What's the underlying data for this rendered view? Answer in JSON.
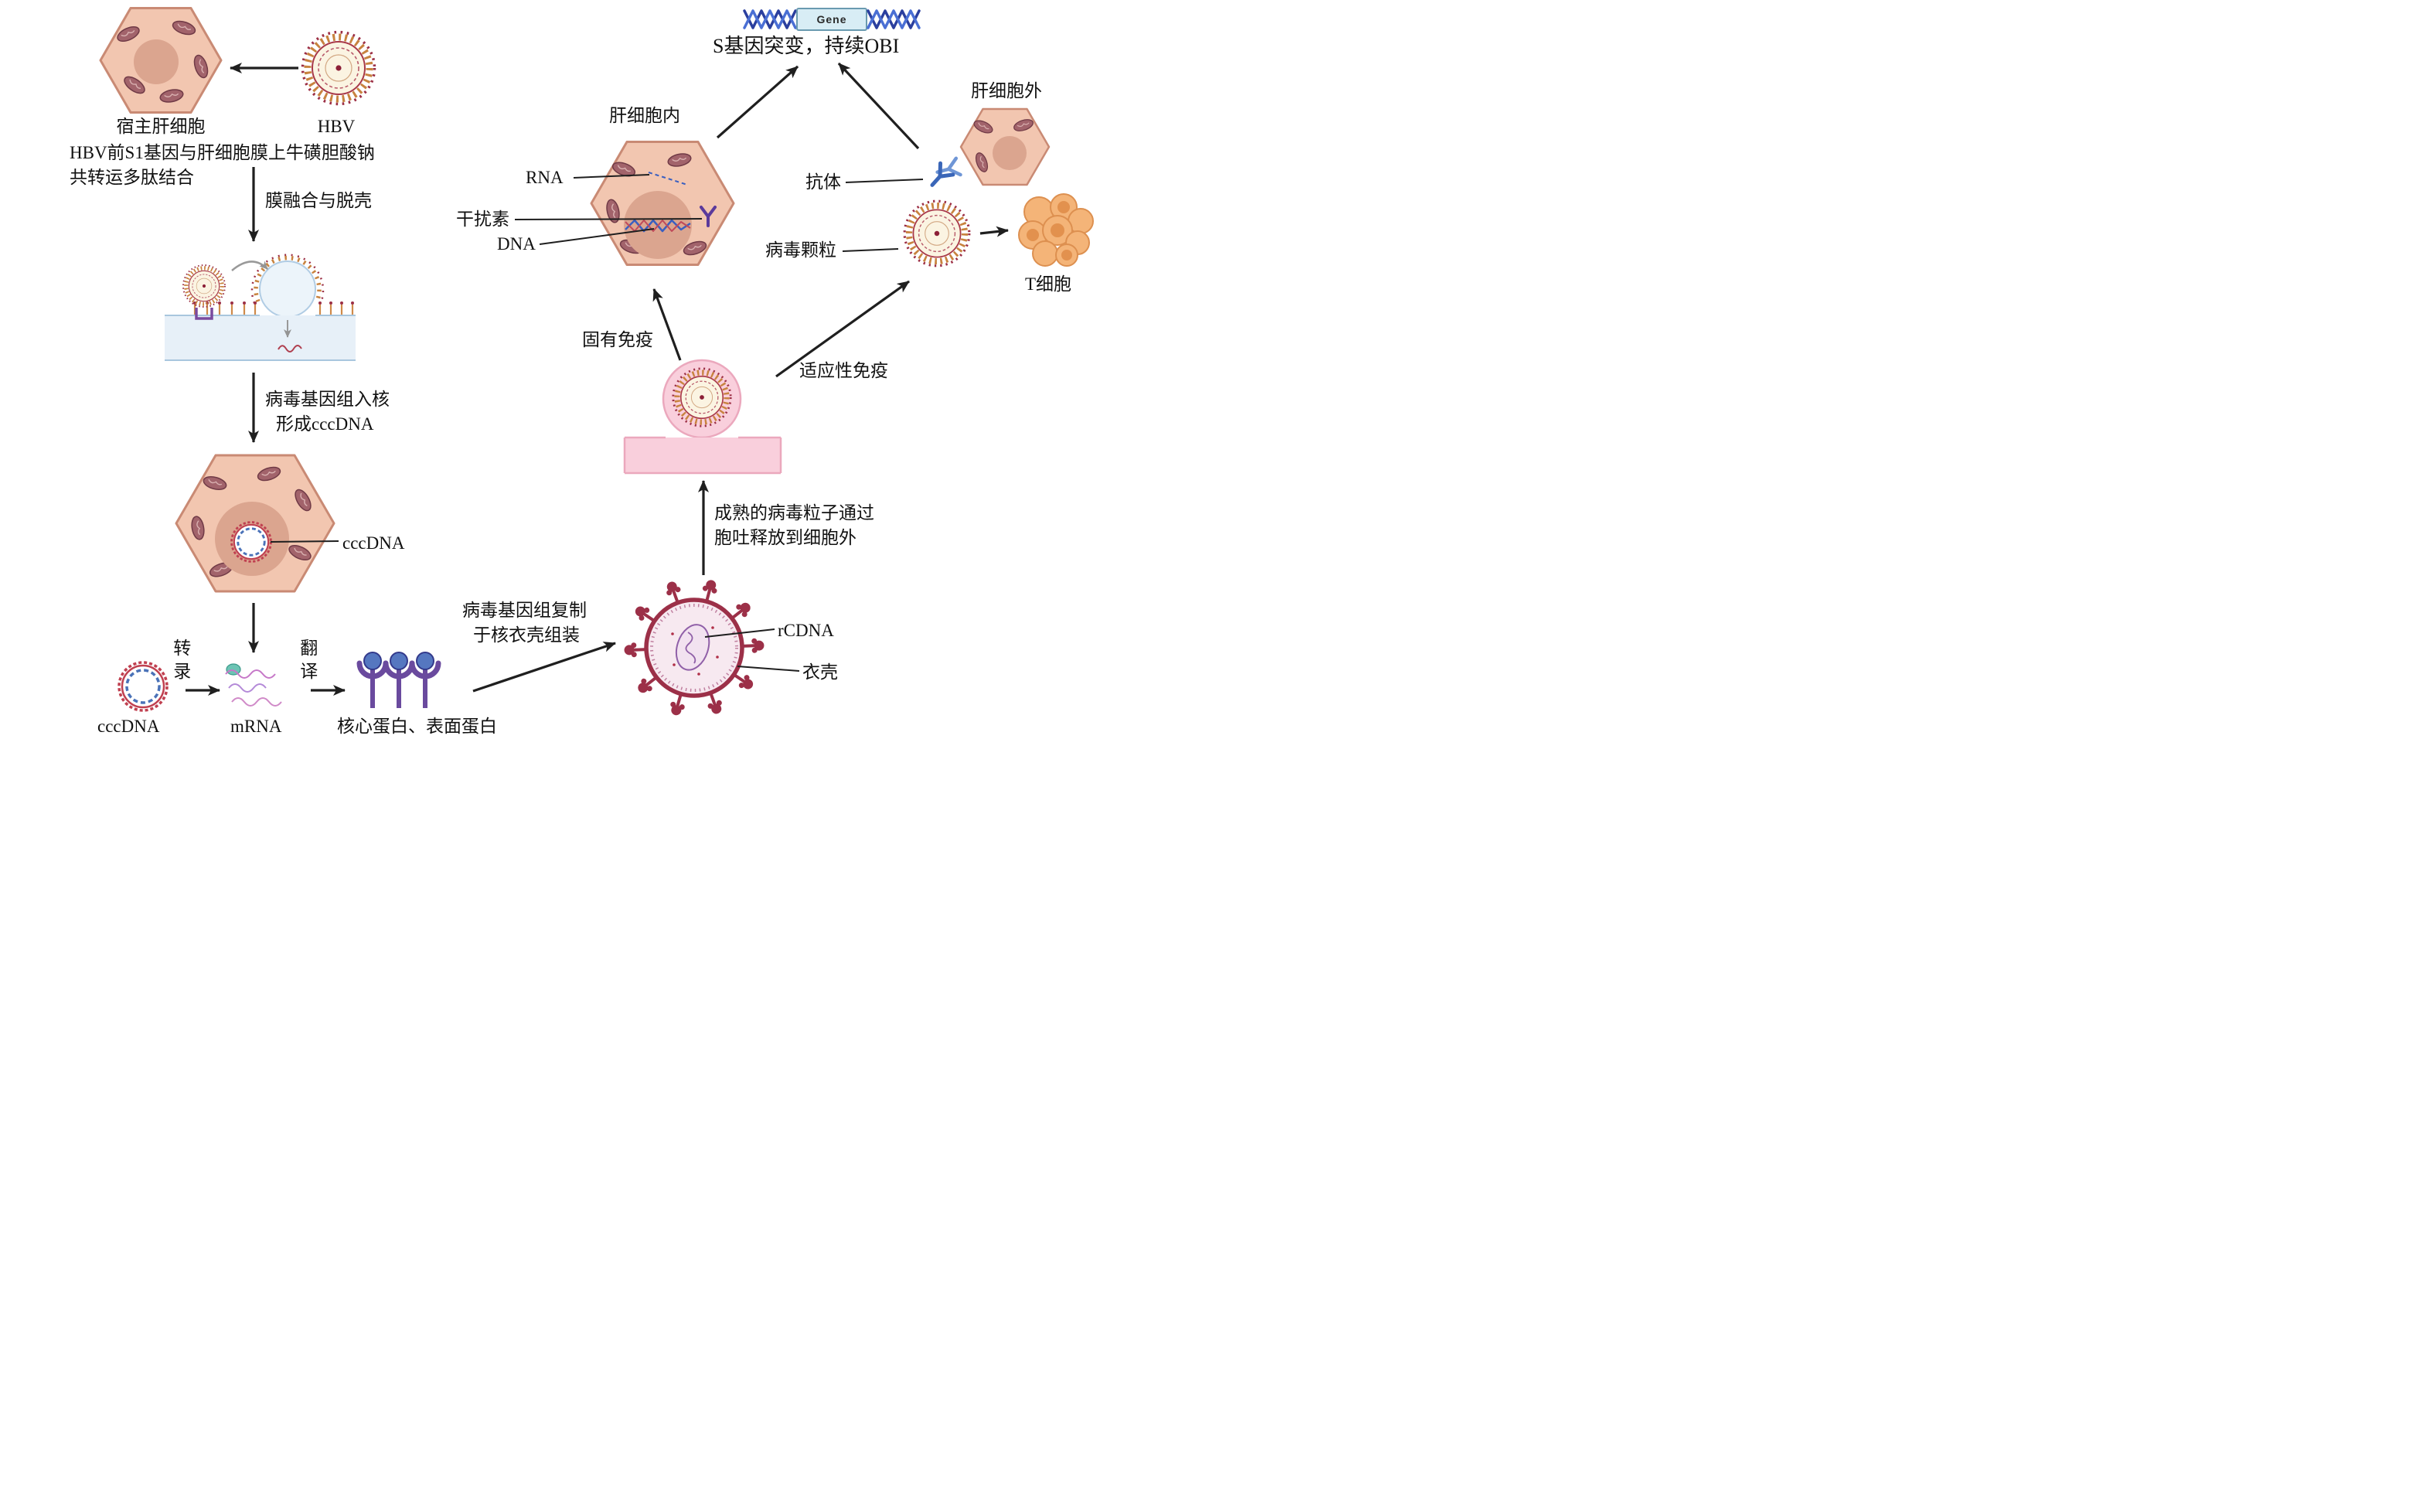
{
  "labels": {
    "host_cell": "宿主肝细胞",
    "hbv": "HBV",
    "binding1": "HBV前S1基因与肝细胞膜上牛磺胆酸钠",
    "binding2": "共转运多肽结合",
    "fusion": "膜融合与脱壳",
    "entry1": "病毒基因组入核",
    "entry2": "形成cccDNA",
    "cccdna_nuc": "cccDNA",
    "transcription": "转录",
    "translation": "翻译",
    "cccdna": "cccDNA",
    "mrna": "mRNA",
    "proteins": "核心蛋白、表面蛋白",
    "replication1": "病毒基因组复制",
    "replication2": "于核衣壳组装",
    "rcdna": "rCDNA",
    "capsid": "衣壳",
    "exo1": "成熟的病毒粒子通过",
    "exo2": "胞吐释放到细胞外",
    "innate": "固有免疫",
    "adaptive": "适应性免疫",
    "in_hepatocyte": "肝细胞内",
    "rna": "RNA",
    "ifn": "干扰素",
    "dna": "DNA",
    "s_mut": "S基因突变，持续OBI",
    "gene": "Gene",
    "out_hepatocyte": "肝细胞外",
    "antibody": "抗体",
    "virus_particle": "病毒颗粒",
    "tcell": "T细胞"
  },
  "palette": {
    "cell_fill": "#f2c6b0",
    "cell_stroke": "#c98a74",
    "nucleus": "#dba58f",
    "mitochondria": "#a2636b",
    "virus_spikes": "#c8833f",
    "virus_red": "#9c3048",
    "membrane_blue": "#e7f0f8",
    "bud_pink": "#f9cfdc",
    "antibody_blue": "#3a66b8",
    "tcell_orange": "#f4b478",
    "dna_blue": "#2b3f9e",
    "arrow": "#1f1f1f"
  }
}
